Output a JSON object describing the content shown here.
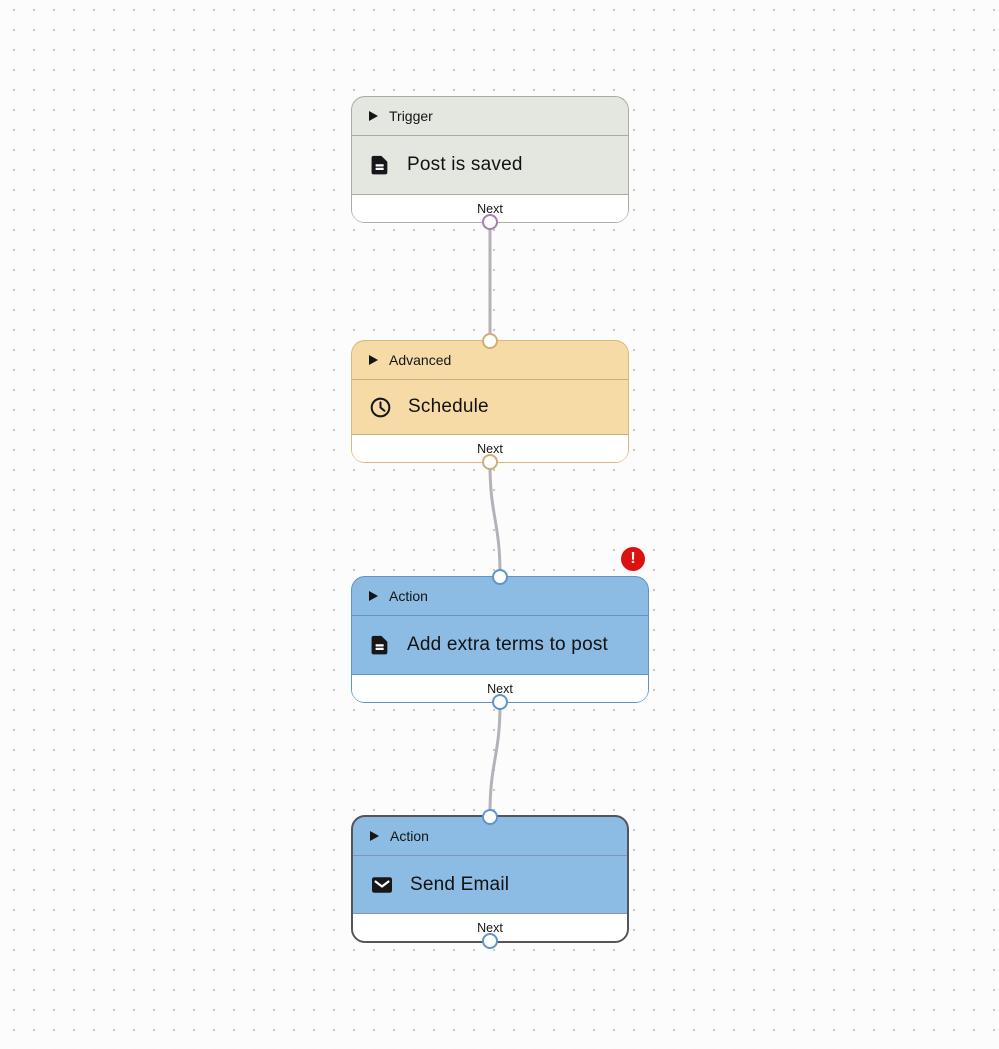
{
  "canvas": {
    "background_color": "#fcfcfc",
    "dot_color": "#c8c8c8",
    "connection_color": "#b6b1b9"
  },
  "edges": [
    {
      "from": "trigger-post-is-saved",
      "to": "advanced-schedule"
    },
    {
      "from": "advanced-schedule",
      "to": "action-add-extra-terms"
    },
    {
      "from": "action-add-extra-terms",
      "to": "action-send-email"
    }
  ],
  "nodes": [
    {
      "id": "trigger-post-is-saved",
      "type_label": "Trigger",
      "title": "Post is saved",
      "next_label": "Next",
      "icon": "document-icon",
      "has_error": false,
      "colors": {
        "fill": "#e4e7e0",
        "border": "#a9ada0",
        "divider": "#a9ada0",
        "port": "#a87cb4"
      }
    },
    {
      "id": "advanced-schedule",
      "type_label": "Advanced",
      "title": "Schedule",
      "next_label": "Next",
      "icon": "clock-icon",
      "has_error": false,
      "colors": {
        "fill": "#f6dba7",
        "border": "#d8b97b",
        "divider": "#cfac73",
        "port": "#d0ae76"
      }
    },
    {
      "id": "action-add-extra-terms",
      "type_label": "Action",
      "title": "Add extra terms to post",
      "next_label": "Next",
      "icon": "document-icon",
      "has_error": true,
      "colors": {
        "fill": "#8cbce3",
        "border": "#5e94c8",
        "divider": "#5e94c8",
        "port": "#5e94c8"
      }
    },
    {
      "id": "action-send-email",
      "type_label": "Action",
      "title": "Send Email",
      "next_label": "Next",
      "icon": "email-icon",
      "has_error": false,
      "colors": {
        "fill": "#8cbce3",
        "border": "#53555b",
        "divider": "#7b99b7",
        "port": "#5e94c8"
      }
    }
  ],
  "error_badge": {
    "symbol": "!",
    "color": "#dd1111"
  }
}
